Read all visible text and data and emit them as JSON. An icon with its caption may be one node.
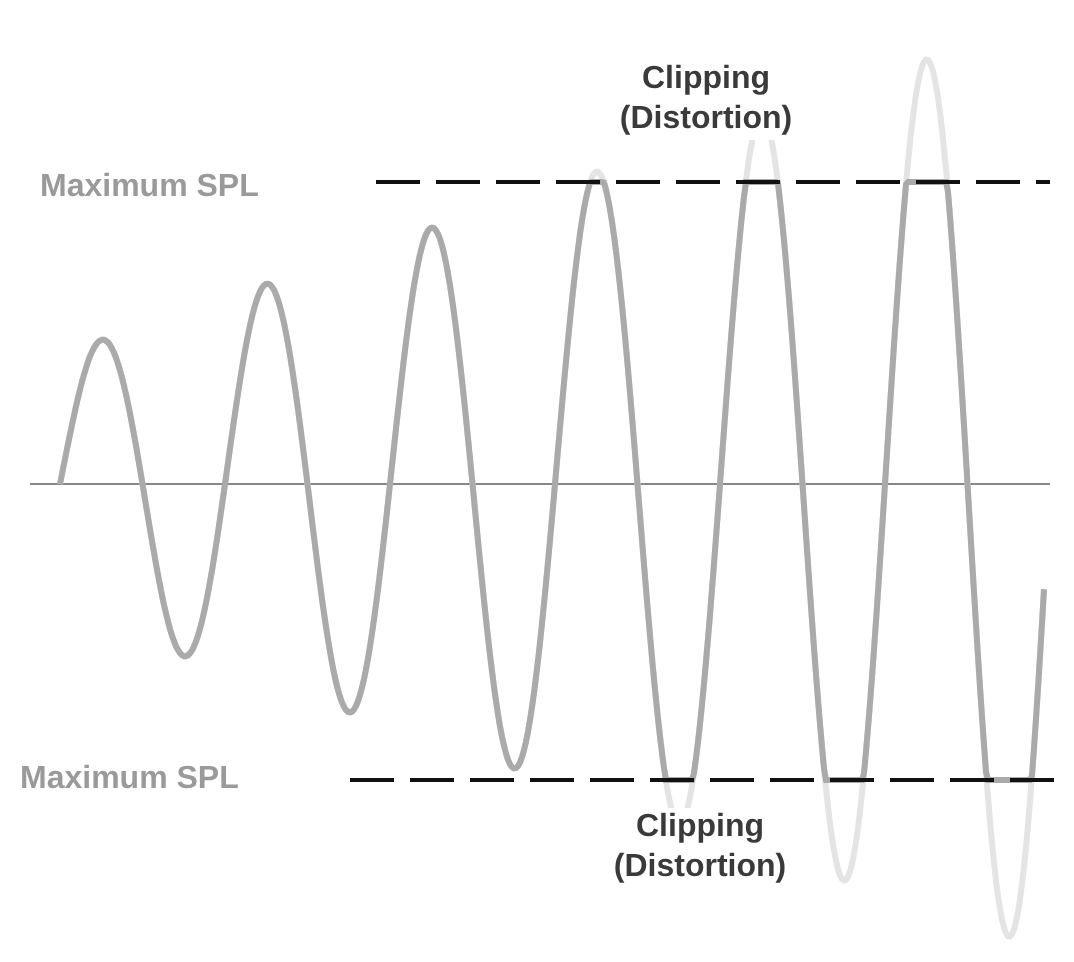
{
  "diagram": {
    "labels": [
      "Clipping (Distortion)",
      "Maximum SPL",
      "Maximum SPL",
      "Clipping (Distortion)"
    ]
  }
}
